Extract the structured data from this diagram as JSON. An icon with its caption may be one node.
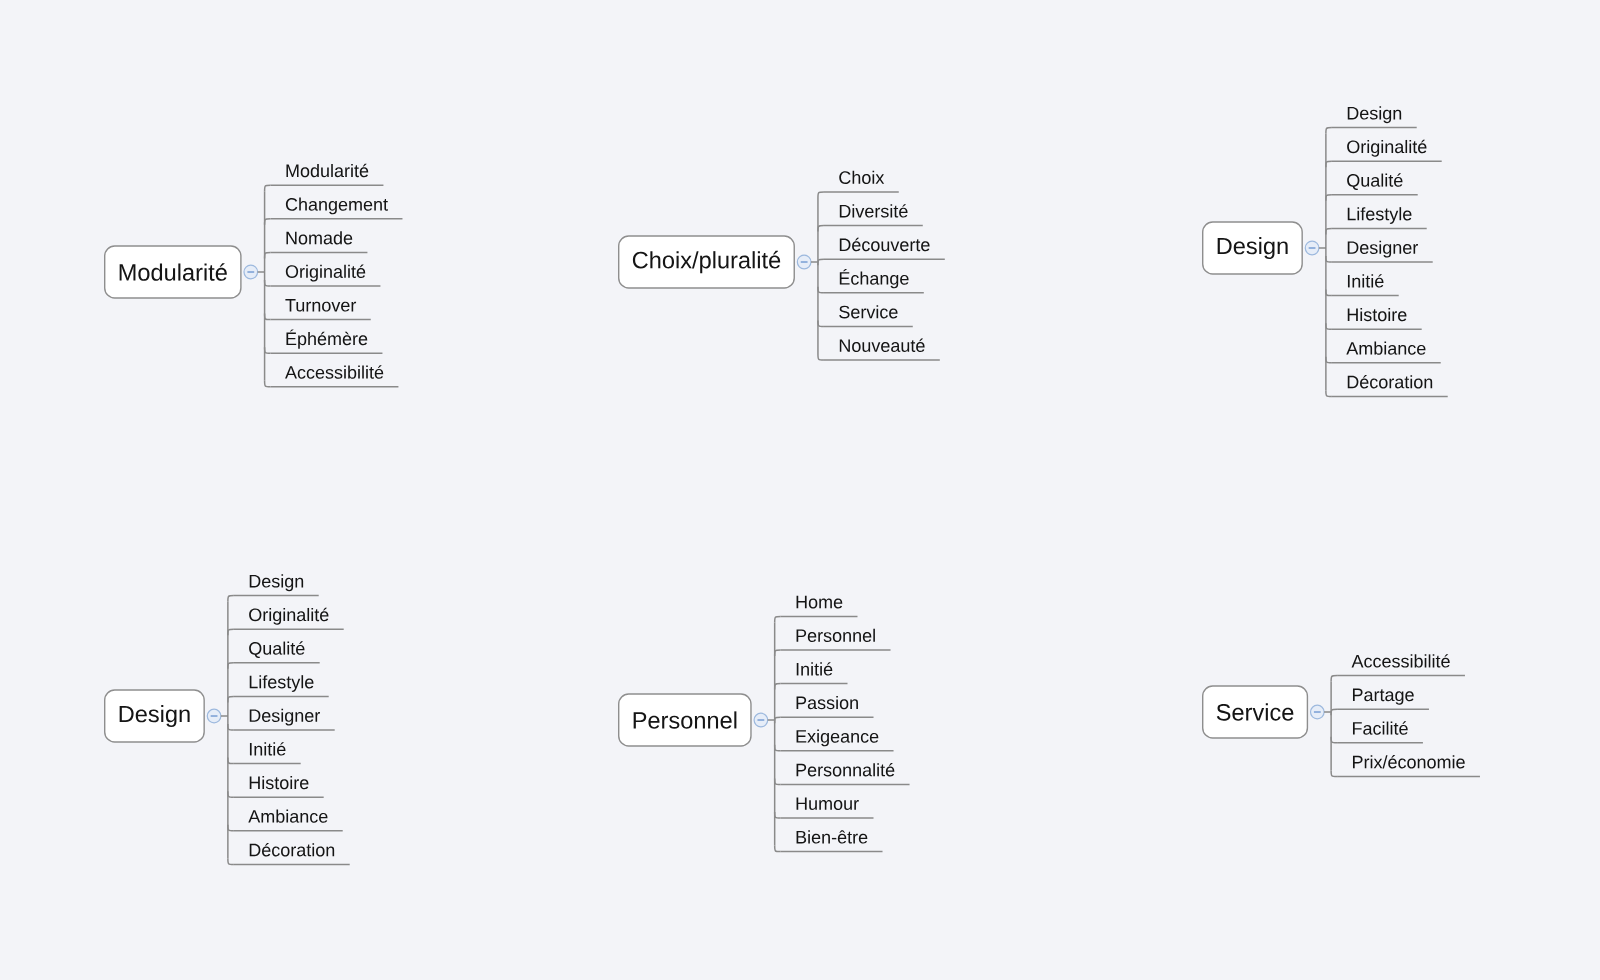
{
  "diagram": {
    "nodes": [
      {
        "text": [
          "Modularité"
        ]
      },
      {
        "text": [
          "Modularité"
        ]
      },
      {
        "text": [
          "Changement"
        ]
      },
      {
        "text": [
          "Nomade"
        ]
      },
      {
        "text": [
          "Originalité"
        ]
      },
      {
        "text": [
          "Turnover"
        ]
      },
      {
        "text": [
          "Éphémère"
        ]
      },
      {
        "text": [
          "Accessibilité"
        ]
      },
      {
        "text": [
          "Choix/pluralité"
        ]
      },
      {
        "text": [
          "Choix"
        ]
      },
      {
        "text": [
          "Diversité"
        ]
      },
      {
        "text": [
          "Découverte"
        ]
      },
      {
        "text": [
          "Échange"
        ]
      },
      {
        "text": [
          "Service"
        ]
      },
      {
        "text": [
          "Nouveauté"
        ]
      },
      {
        "text": [
          "Design"
        ]
      },
      {
        "text": [
          "Design"
        ]
      },
      {
        "text": [
          "Originalité"
        ]
      },
      {
        "text": [
          "Qualité"
        ]
      },
      {
        "text": [
          "Lifestyle"
        ]
      },
      {
        "text": [
          "Designer"
        ]
      },
      {
        "text": [
          "Initié"
        ]
      },
      {
        "text": [
          "Histoire"
        ]
      },
      {
        "text": [
          "Ambiance"
        ]
      },
      {
        "text": [
          "Décoration"
        ]
      },
      {
        "text": [
          "Design"
        ]
      },
      {
        "text": [
          "Design"
        ]
      },
      {
        "text": [
          "Originalité"
        ]
      },
      {
        "text": [
          "Qualité"
        ]
      },
      {
        "text": [
          "Lifestyle"
        ]
      },
      {
        "text": [
          "Designer"
        ]
      },
      {
        "text": [
          "Initié"
        ]
      },
      {
        "text": [
          "Histoire"
        ]
      },
      {
        "text": [
          "Ambiance"
        ]
      },
      {
        "text": [
          "Décoration"
        ]
      },
      {
        "text": [
          "Personnel"
        ]
      },
      {
        "text": [
          "Home"
        ]
      },
      {
        "text": [
          "Personnel"
        ]
      },
      {
        "text": [
          "Initié"
        ]
      },
      {
        "text": [
          "Passion"
        ]
      },
      {
        "text": [
          "Exigeance"
        ]
      },
      {
        "text": [
          "Personnalité"
        ]
      },
      {
        "text": [
          "Humour"
        ]
      },
      {
        "text": [
          "Bien-être"
        ]
      },
      {
        "text": [
          "Service"
        ]
      },
      {
        "text": [
          "Accessibilité"
        ]
      },
      {
        "text": [
          "Partage"
        ]
      },
      {
        "text": [
          "Facilité"
        ]
      },
      {
        "text": [
          "Prix/économie"
        ]
      }
    ],
    "edges": [
      {
        "from": 0,
        "to": 1,
        "arrow": "none"
      },
      {
        "from": 0,
        "to": 2,
        "arrow": "none"
      },
      {
        "from": 0,
        "to": 3,
        "arrow": "none"
      },
      {
        "from": 0,
        "to": 4,
        "arrow": "none"
      },
      {
        "from": 0,
        "to": 5,
        "arrow": "none"
      },
      {
        "from": 0,
        "to": 6,
        "arrow": "none"
      },
      {
        "from": 0,
        "to": 7,
        "arrow": "none"
      },
      {
        "from": 8,
        "to": 9,
        "arrow": "none"
      },
      {
        "from": 8,
        "to": 10,
        "arrow": "none"
      },
      {
        "from": 8,
        "to": 11,
        "arrow": "none"
      },
      {
        "from": 8,
        "to": 12,
        "arrow": "none"
      },
      {
        "from": 8,
        "to": 13,
        "arrow": "none"
      },
      {
        "from": 8,
        "to": 14,
        "arrow": "none"
      },
      {
        "from": 15,
        "to": 16,
        "arrow": "none"
      },
      {
        "from": 15,
        "to": 17,
        "arrow": "none"
      },
      {
        "from": 15,
        "to": 18,
        "arrow": "none"
      },
      {
        "from": 15,
        "to": 19,
        "arrow": "none"
      },
      {
        "from": 15,
        "to": 20,
        "arrow": "none"
      },
      {
        "from": 15,
        "to": 21,
        "arrow": "none"
      },
      {
        "from": 15,
        "to": 22,
        "arrow": "none"
      },
      {
        "from": 15,
        "to": 23,
        "arrow": "none"
      },
      {
        "from": 15,
        "to": 24,
        "arrow": "none"
      },
      {
        "from": 25,
        "to": 26,
        "arrow": "none"
      },
      {
        "from": 25,
        "to": 27,
        "arrow": "none"
      },
      {
        "from": 25,
        "to": 28,
        "arrow": "none"
      },
      {
        "from": 25,
        "to": 29,
        "arrow": "none"
      },
      {
        "from": 25,
        "to": 30,
        "arrow": "none"
      },
      {
        "from": 25,
        "to": 31,
        "arrow": "none"
      },
      {
        "from": 25,
        "to": 32,
        "arrow": "none"
      },
      {
        "from": 25,
        "to": 33,
        "arrow": "none"
      },
      {
        "from": 25,
        "to": 34,
        "arrow": "none"
      },
      {
        "from": 35,
        "to": 36,
        "arrow": "none"
      },
      {
        "from": 35,
        "to": 37,
        "arrow": "none"
      },
      {
        "from": 35,
        "to": 38,
        "arrow": "none"
      },
      {
        "from": 35,
        "to": 39,
        "arrow": "none"
      },
      {
        "from": 35,
        "to": 40,
        "arrow": "none"
      },
      {
        "from": 35,
        "to": 41,
        "arrow": "none"
      },
      {
        "from": 35,
        "to": 42,
        "arrow": "none"
      },
      {
        "from": 35,
        "to": 43,
        "arrow": "none"
      },
      {
        "from": 44,
        "to": 45,
        "arrow": "none"
      },
      {
        "from": 44,
        "to": 46,
        "arrow": "none"
      },
      {
        "from": 44,
        "to": 47,
        "arrow": "none"
      },
      {
        "from": 44,
        "to": 48,
        "arrow": "none"
      }
    ]
  }
}
